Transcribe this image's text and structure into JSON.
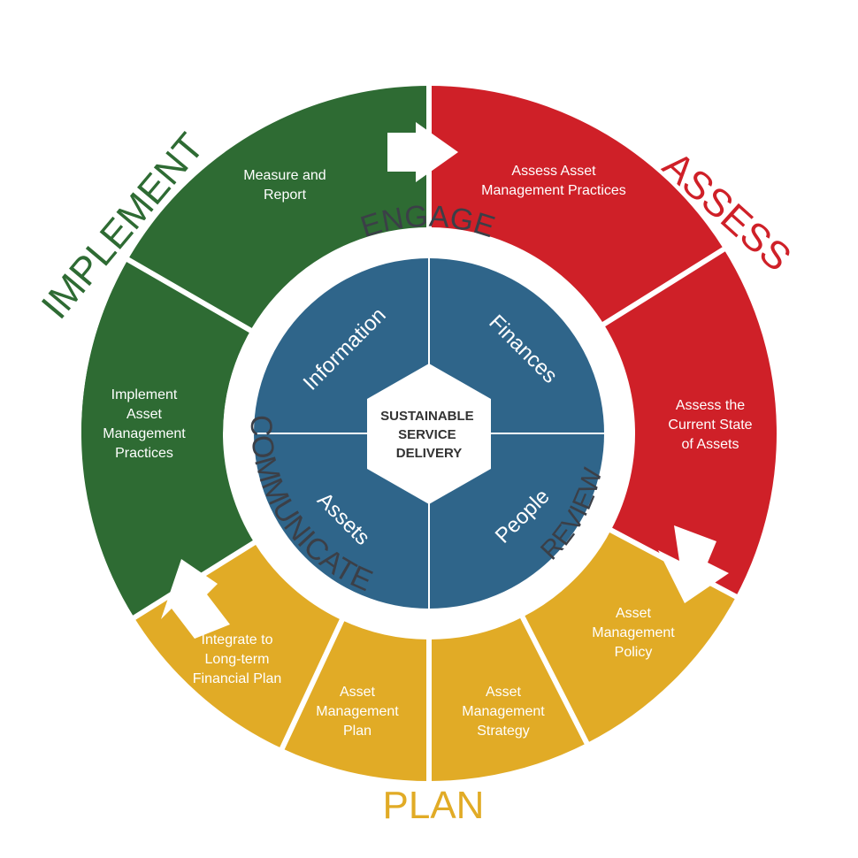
{
  "colors": {
    "implement": "#2e6b33",
    "assess": "#cf2028",
    "plan": "#e1ab26",
    "core": "#2f658a",
    "ring_text": "#3b3f47"
  },
  "phases": {
    "implement": "IMPLEMENT",
    "assess": "ASSESS",
    "plan": "PLAN"
  },
  "segments": {
    "measure": [
      "Measure and",
      "Report"
    ],
    "assess_practices": [
      "Assess Asset",
      "Management Practices"
    ],
    "assess_state": [
      "Assess the",
      "Current State",
      "of Assets"
    ],
    "policy": [
      "Asset",
      "Management",
      "Policy"
    ],
    "strategy": [
      "Asset",
      "Management",
      "Strategy"
    ],
    "plan": [
      "Asset",
      "Management",
      "Plan"
    ],
    "integrate": [
      "Integrate to",
      "Long-term",
      "Financial Plan"
    ],
    "implement_practices": [
      "Implement",
      "Asset",
      "Management",
      "Practices"
    ]
  },
  "ring": {
    "engage": "ENGAGE",
    "communicate": "COMMUNICATE",
    "review": "REVIEW"
  },
  "quadrants": {
    "information": "Information",
    "finances": "Finances",
    "assets": "Assets",
    "people": "People"
  },
  "center": [
    "SUSTAINABLE",
    "SERVICE",
    "DELIVERY"
  ],
  "icons": [
    "arrow-right-icon",
    "arrow-down-icon",
    "arrow-up-icon"
  ]
}
